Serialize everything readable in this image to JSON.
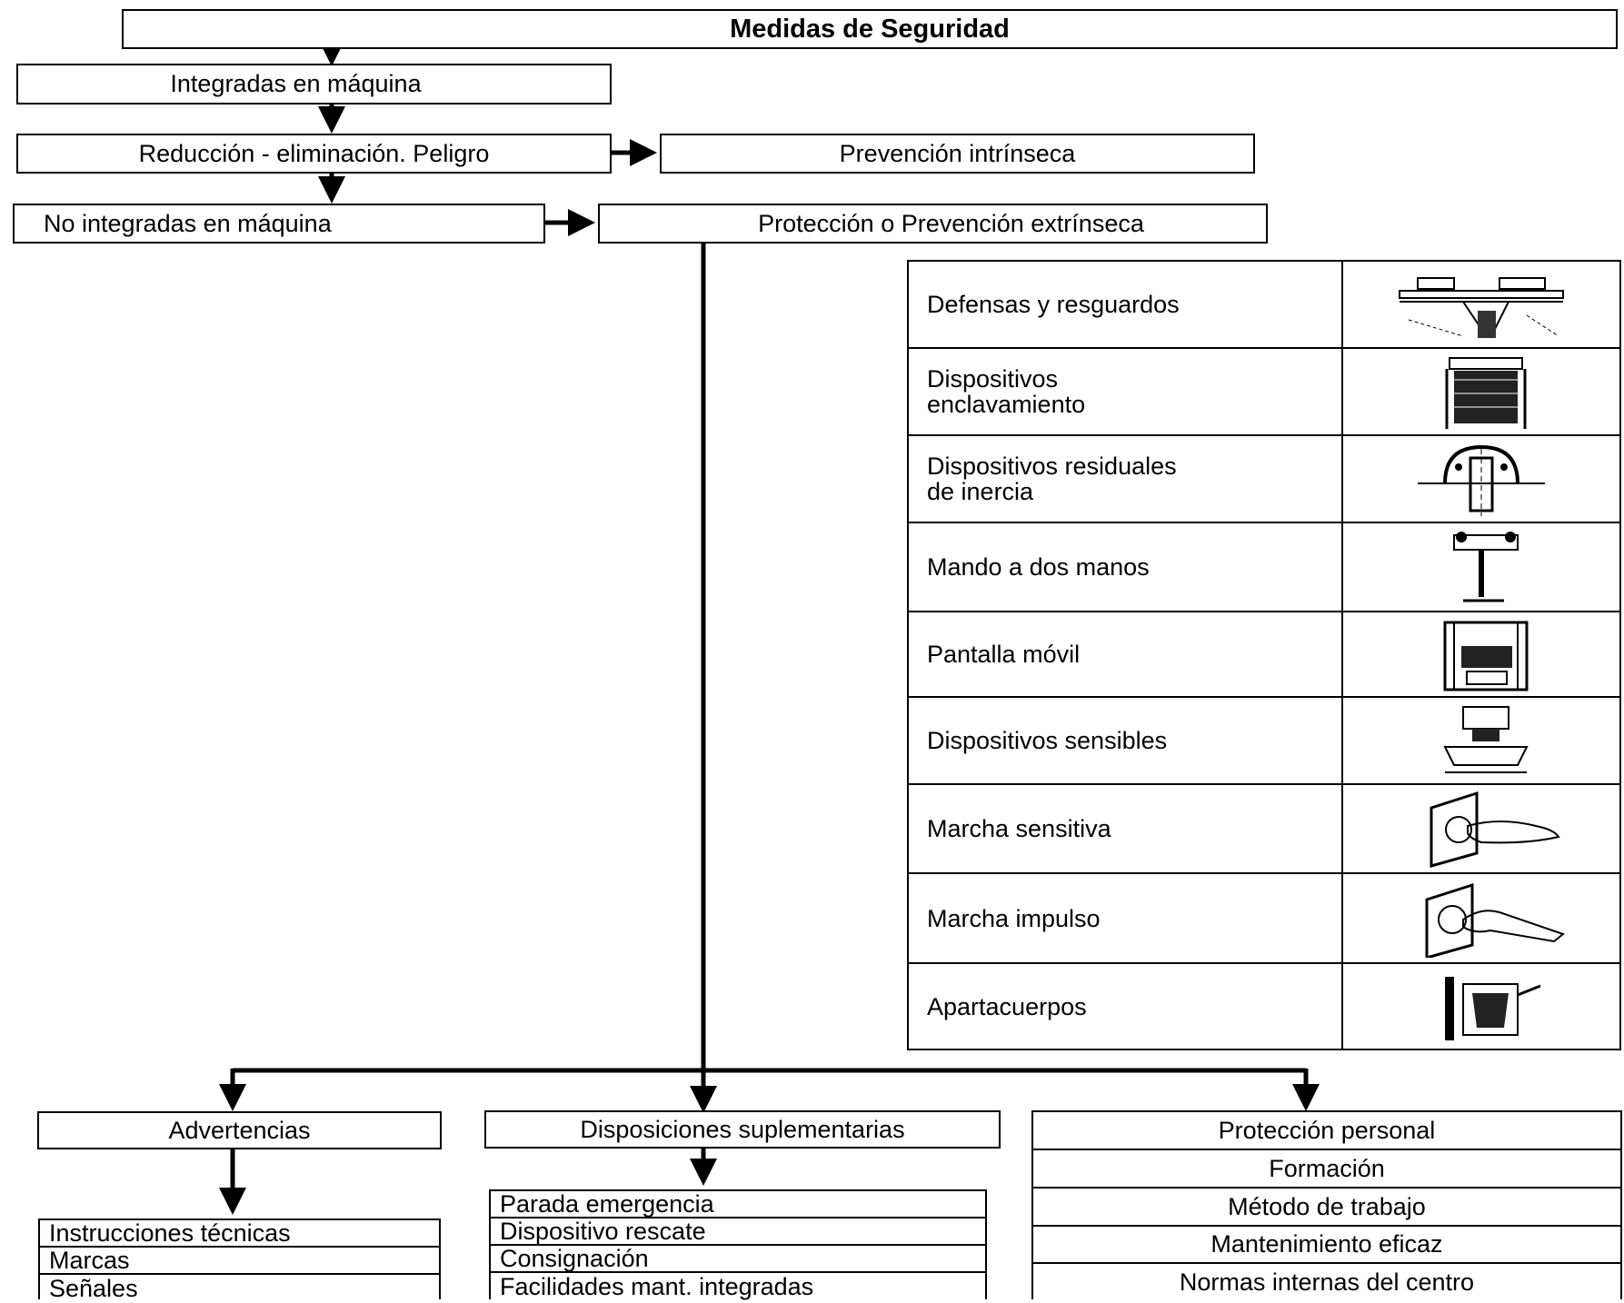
{
  "title": "Medidas de Seguridad",
  "nodes": {
    "integradas": "Integradas en máquina",
    "reduccion": "Reducción - eliminación. Peligro",
    "prevencion_intrinseca": "Prevención intrínseca",
    "no_integradas": "No integradas en máquina",
    "proteccion_extrinseca": "Protección o Prevención extrínseca",
    "advertencias": "Advertencias",
    "disposiciones": "Disposiciones suplementarias"
  },
  "protecciones": [
    {
      "label": "Defensas y resguardos",
      "icon": "guard-illustration"
    },
    {
      "label": "Dispositivos\nenclavamiento",
      "icon": "interlock-illustration"
    },
    {
      "label": "Dispositivos residuales\nde inercia",
      "icon": "inertia-device-illustration"
    },
    {
      "label": "Mando a dos manos",
      "icon": "two-hand-control-illustration"
    },
    {
      "label": "Pantalla móvil",
      "icon": "movable-screen-illustration"
    },
    {
      "label": "Dispositivos sensibles",
      "icon": "sensitive-device-illustration"
    },
    {
      "label": "Marcha sensitiva",
      "icon": "hand-button-illustration"
    },
    {
      "label": "Marcha impulso",
      "icon": "hand-pulse-illustration"
    },
    {
      "label": "Apartacuerpos",
      "icon": "body-pusher-illustration"
    }
  ],
  "advertencias_items": [
    "Instrucciones técnicas",
    "Marcas",
    "Señales"
  ],
  "disposiciones_items": [
    "Parada emergencia",
    "Dispositivo rescate",
    "Consignación",
    "Facilidades mant. integradas"
  ],
  "personal_items": [
    "Protección personal",
    "Formación",
    "Método de trabajo",
    "Mantenimiento eficaz",
    "Normas internas del centro"
  ]
}
